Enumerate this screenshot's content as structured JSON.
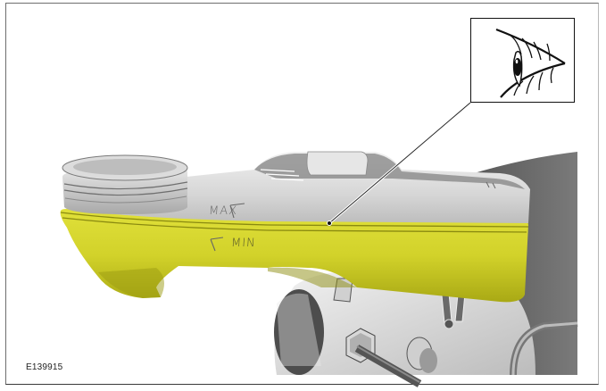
{
  "figure": {
    "id_label": "E139915",
    "subject": "brake fluid reservoir",
    "labels": {
      "max": "MAX",
      "min": "MIN"
    },
    "inset": {
      "icon": "eye-icon",
      "meaning": "visual inspection"
    },
    "colors": {
      "highlight_yellow": "#d4d42a",
      "reservoir_grey": "#d9d9d9",
      "dark_grey": "#4a4a4a",
      "frame": "#6e6e6e"
    }
  }
}
